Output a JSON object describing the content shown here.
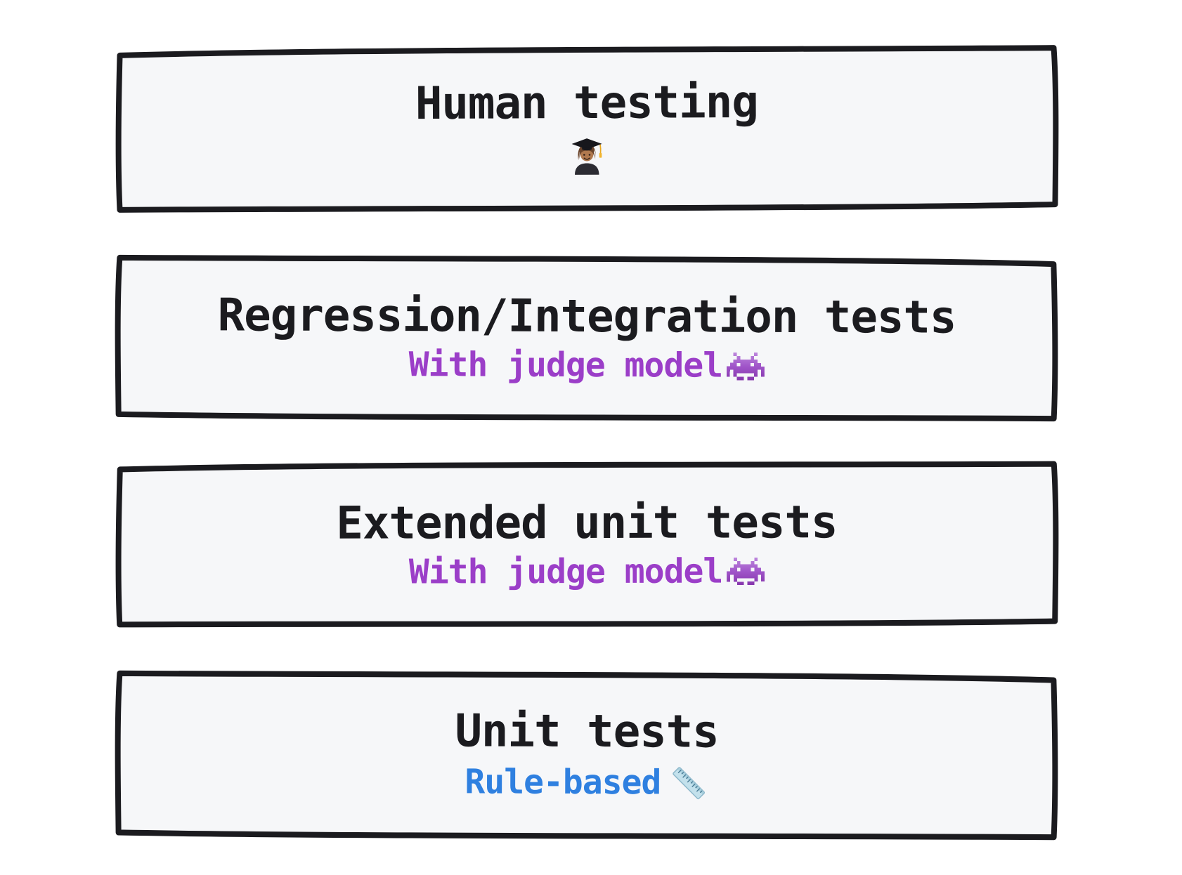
{
  "diagram": {
    "type": "stacked-boxes-testing-pyramid",
    "colors": {
      "ink": "#1b1b1f",
      "fill": "#f6f7f9",
      "purple": "#9b3ec8",
      "blue": "#2f80e0",
      "bg": "#ffffff"
    },
    "boxes": [
      {
        "title": "Human testing",
        "subtitle": "",
        "subtitle_color": "",
        "icon": "student-emoji",
        "icon_char": "🧑🏽‍🎓"
      },
      {
        "title": "Regression/Integration tests",
        "subtitle": "With judge model",
        "subtitle_color": "#9b3ec8",
        "icon": "alien-monster-emoji",
        "icon_char": "👾"
      },
      {
        "title": "Extended unit tests",
        "subtitle": "With judge model",
        "subtitle_color": "#9b3ec8",
        "icon": "alien-monster-emoji",
        "icon_char": "👾"
      },
      {
        "title": "Unit tests",
        "subtitle": "Rule-based",
        "subtitle_color": "#2f80e0",
        "icon": "ruler-emoji",
        "icon_char": "📏"
      }
    ]
  }
}
